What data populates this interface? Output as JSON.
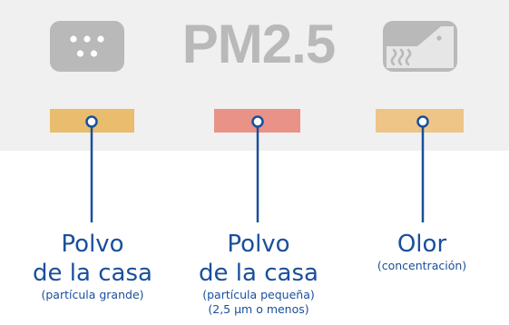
{
  "header": {
    "pm_label": "PM2.5"
  },
  "icons": {
    "dust": "house-dust-icon",
    "odor": "odor-smell-icon"
  },
  "indicators": [
    {
      "id": "dust-large",
      "color": "#e9bd6d",
      "title_line1": "Polvo",
      "title_line2": "de la casa",
      "note_line1": "(partícula grande)",
      "note_line2": ""
    },
    {
      "id": "dust-small",
      "color": "#e89288",
      "title_line1": "Polvo",
      "title_line2": "de la casa",
      "note_line1": "(partícula pequeña)",
      "note_line2": "(2,5 µm o menos)"
    },
    {
      "id": "odor",
      "color": "#efc487",
      "title_line1": "Olor",
      "title_line2": "",
      "note_line1": "(concentración)",
      "note_line2": ""
    }
  ],
  "colors": {
    "panel": "#f0f0f0",
    "icon_grey": "#b9b9b9",
    "connector_blue": "#1a4f9a",
    "label_blue": "#1a4f9a"
  }
}
